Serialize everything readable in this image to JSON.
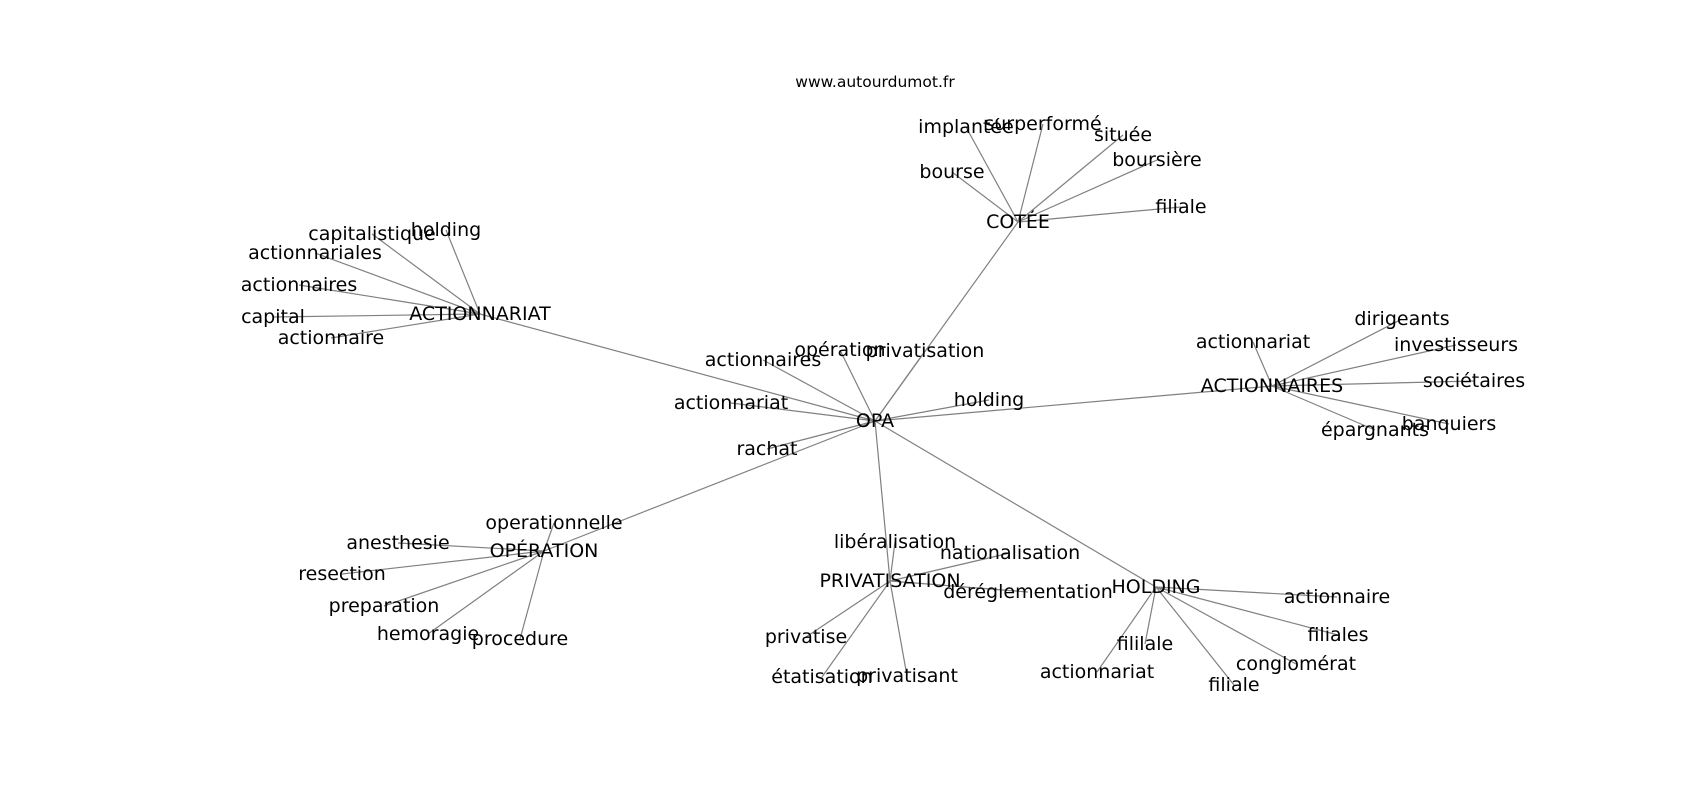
{
  "watermark": "www.autourdumot.fr",
  "graph": {
    "center": "OPA",
    "hubs": [
      {
        "id": "cotee",
        "label": "COTÉE",
        "leaves": [
          "implantée",
          "surperformé",
          "située",
          "boursière",
          "bourse",
          "filiale"
        ]
      },
      {
        "id": "actionnariat",
        "label": "ACTIONNARIAT",
        "leaves": [
          "capitalistique",
          "holding",
          "actionnariales",
          "actionnaires",
          "capital",
          "actionnaire"
        ]
      },
      {
        "id": "actionnaires",
        "label": "ACTIONNAIRES",
        "leaves": [
          "actionnariat",
          "dirigeants",
          "investisseurs",
          "sociétaires",
          "banquiers",
          "épargnants"
        ]
      },
      {
        "id": "operation",
        "label": "OPÉRATION",
        "leaves": [
          "operationnelle",
          "anesthesie",
          "resection",
          "preparation",
          "hemoragie",
          "procedure"
        ]
      },
      {
        "id": "privatisation",
        "label": "PRIVATISATION",
        "leaves": [
          "libéralisation",
          "nationalisation",
          "déréglementation",
          "privatise",
          "étatisation",
          "privatisant"
        ]
      },
      {
        "id": "holding",
        "label": "HOLDING",
        "leaves": [
          "actionnaire",
          "filiales",
          "conglomérat",
          "filiale",
          "actionnariat",
          "fililale"
        ]
      }
    ],
    "center_leaves": [
      "actionnaires",
      "opération",
      "privatisation",
      "holding",
      "actionnariat",
      "rachat"
    ]
  },
  "colors": {
    "edge": "#808080",
    "text": "#000000",
    "background": "#ffffff"
  }
}
